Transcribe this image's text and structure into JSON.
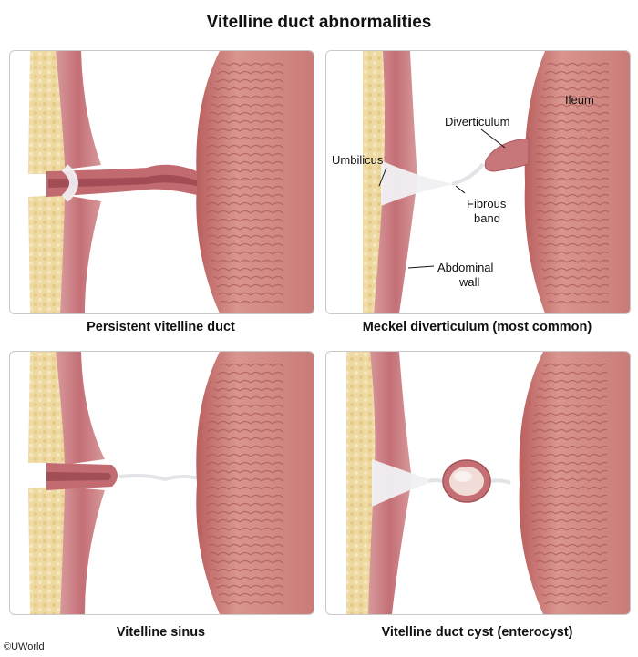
{
  "title": "Vitelline duct abnormalities",
  "panels": [
    {
      "caption": "Persistent vitelline duct"
    },
    {
      "caption": "Meckel diverticulum (most common)",
      "labels": {
        "ileum": "Ileum",
        "diverticulum": "Diverticulum",
        "umbilicus": "Umbilicus",
        "fibrous_1": "Fibrous",
        "fibrous_2": "band",
        "abdominal_1": "Abdominal",
        "abdominal_2": "wall"
      }
    },
    {
      "caption": "Vitelline sinus"
    },
    {
      "caption": "Vitelline duct cyst (enterocyst)"
    }
  ],
  "credit": "©UWorld",
  "colors": {
    "fat": "#eed9a1",
    "muscle": "#c9777c",
    "bowel": "#cf8a85",
    "band": "#e6e6ea"
  }
}
